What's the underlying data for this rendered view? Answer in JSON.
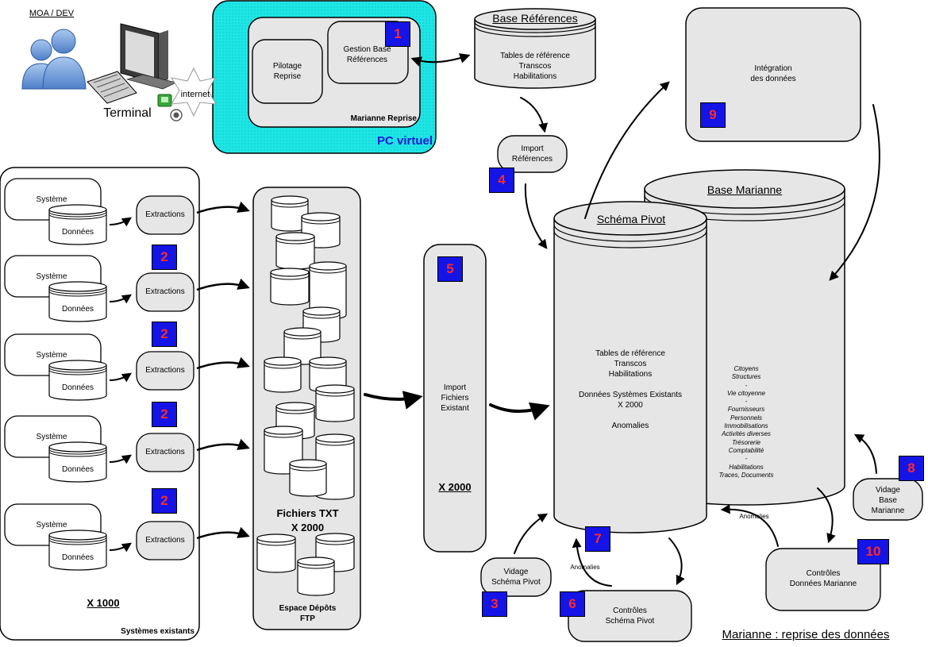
{
  "title": "Marianne : reprise des données",
  "user": {
    "role": "MOA / DEV",
    "terminal": "Terminal",
    "internet": "internet"
  },
  "pc_virtuel": {
    "label": "PC virtuel",
    "marianne_reprise": "Marianne Reprise",
    "pilotage": "Pilotage\nReprise",
    "gestion_base": "Gestion Base\nRéférences"
  },
  "base_references": {
    "title": "Base Références",
    "content": "Tables de référence\nTranscos\nHabilitations"
  },
  "import_references": "Import\nRéférences",
  "integration": "Intégration\ndes données",
  "base_marianne": {
    "title": "Base Marianne",
    "content": "Citoyens\nStructures\n-\nVie citoyenne\n-\nFournisseurs\nPersonnels\nImmobilisations\nActivités diverses\nTrésorerie\nComptabilité\n-\nHabilitations\nTraces, Documents"
  },
  "schema_pivot": {
    "title": "Schéma Pivot",
    "content": "Tables de référence\nTranscos\nHabilitations\n\nDonnées Systèmes Existants\nX 2000\n\nAnomalies"
  },
  "systemes": {
    "systeme_label": "Système",
    "donnees_label": "Données",
    "extractions_label": "Extractions",
    "x1000": "X 1000",
    "footer": "Systèmes existants"
  },
  "ftp": {
    "fichiers": "Fichiers TXT\nX 2000",
    "espace": "Espace Dépôts\nFTP"
  },
  "import_fichiers": {
    "label": "Import\nFichiers\nExistant",
    "x2000": "X 2000"
  },
  "vidage_schema": "Vidage\nSchéma Pivot",
  "controles_schema": "Contrôles\nSchéma Pivot",
  "controles_marianne": "Contrôles\nDonnées Marianne",
  "vidage_base": "Vidage\nBase\nMarianne",
  "anomalies": "Anomalies",
  "badges": {
    "b1": "1",
    "b2": "2",
    "b3": "3",
    "b4": "4",
    "b5": "5",
    "b6": "6",
    "b7": "7",
    "b8": "8",
    "b9": "9",
    "b10": "10"
  },
  "colors": {
    "pc_virtuel_bg": "#1ee6e6",
    "badge_bg": "#1414e6",
    "badge_text": "#ff2a2a",
    "box_fill": "#e6e6e6"
  }
}
